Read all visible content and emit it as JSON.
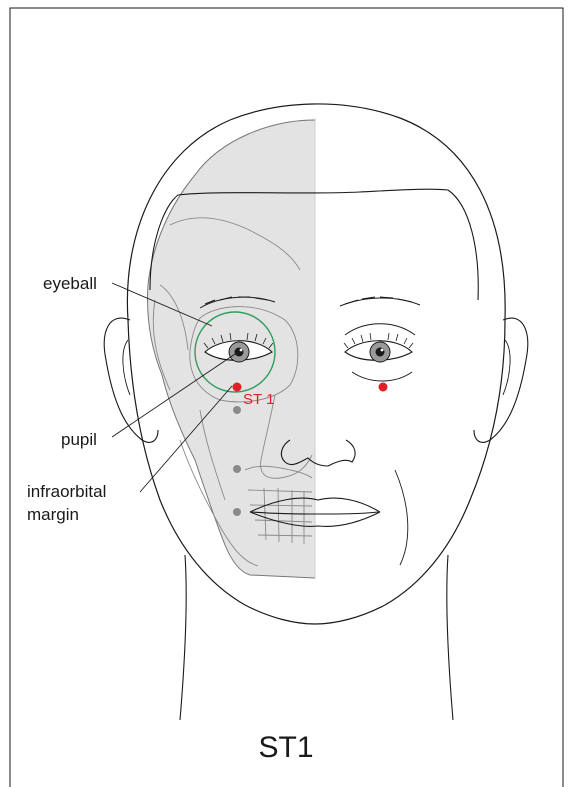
{
  "labels": {
    "eyeball": "eyeball",
    "pupil": "pupil",
    "infraorbital_line1": "infraorbital",
    "infraorbital_line2": "margin",
    "point": "ST 1"
  },
  "caption": "ST1",
  "colors": {
    "point": "#e31e24",
    "eyeball_circle": "#2e9e5b",
    "skull_shade": "#e3e3e3",
    "bone_dot": "#8a8a8a",
    "line": "#1a1a1a"
  }
}
